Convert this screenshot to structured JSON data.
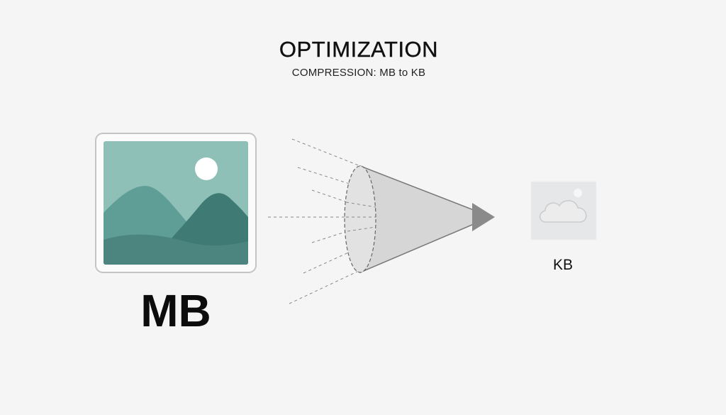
{
  "header": {
    "title": "OPTIMIZATION",
    "subtitle": "COMPRESSION: MB to KB"
  },
  "source": {
    "label": "MB",
    "icon": "landscape-image-icon"
  },
  "process": {
    "icon": "compression-cone-icon"
  },
  "output": {
    "label": "KB",
    "icon": "cloud-thumbnail-icon"
  },
  "colors": {
    "background": "#f5f5f5",
    "image_sky": "#8fc0b8",
    "image_far_hill": "#5f9e96",
    "image_near_hill": "#3f7a75",
    "image_front": "#4c8580",
    "sun": "#ffffff",
    "cone_fill": "#d4d4d4",
    "cone_stroke": "#777777",
    "arrow": "#8a8a8a",
    "thumbnail": "#e4e6e8"
  }
}
